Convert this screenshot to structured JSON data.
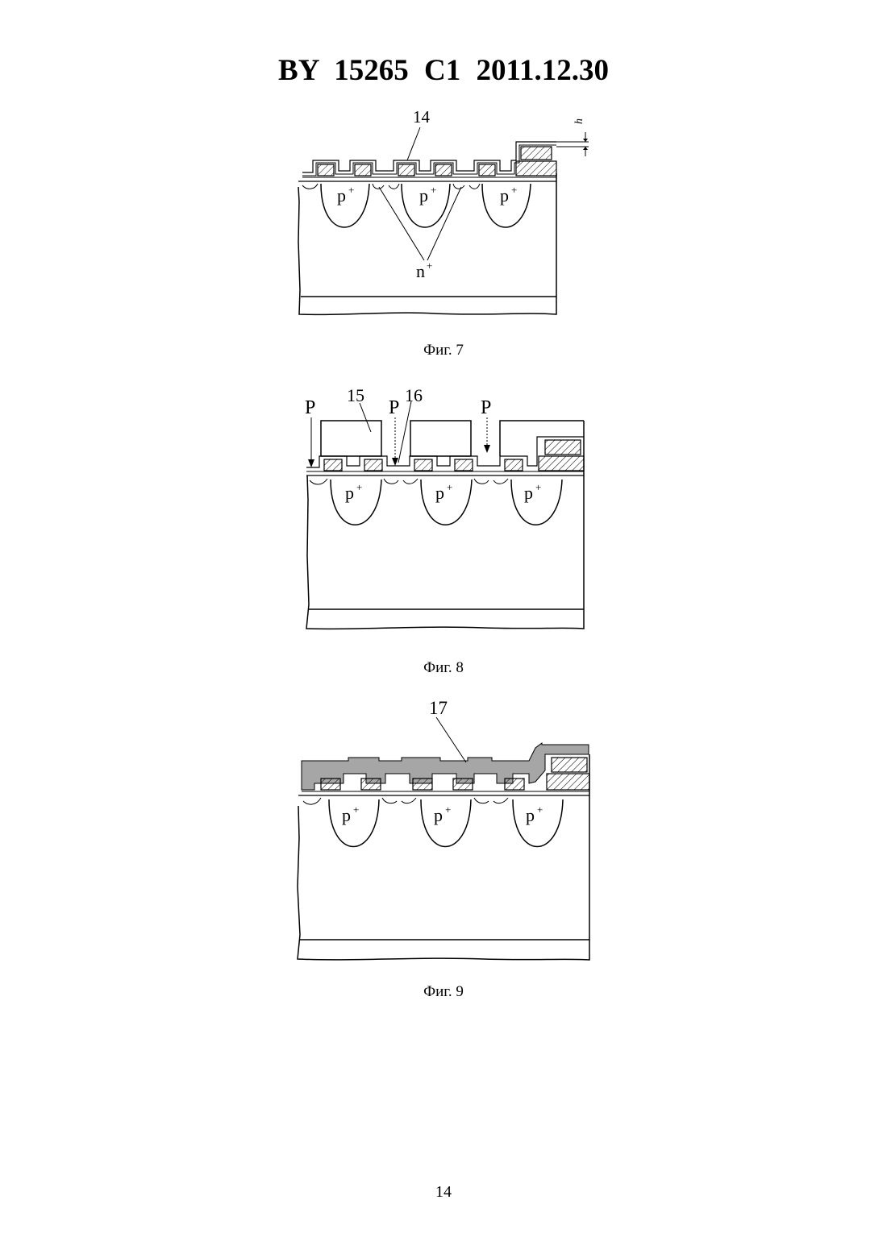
{
  "header": {
    "patent_id": "BY 15265 C1 2011.12.30"
  },
  "figures": [
    {
      "caption": "Фиг. 7",
      "labels": {
        "ref_14": "14",
        "height": "h",
        "p1": "p",
        "p2": "p",
        "p3": "p",
        "plus": "+",
        "n": "n",
        "n_plus": "+"
      }
    },
    {
      "caption": "Фиг. 8",
      "labels": {
        "ref_15": "15",
        "ref_16": "16",
        "arrow_p1": "P",
        "arrow_p2": "P",
        "arrow_p3": "P",
        "p1": "p",
        "p2": "p",
        "p3": "p",
        "plus": "+"
      }
    },
    {
      "caption": "Фиг. 9",
      "labels": {
        "ref_17": "17",
        "p1": "p",
        "p2": "p",
        "p3": "p",
        "plus": "+"
      }
    }
  ],
  "page_number": "14"
}
